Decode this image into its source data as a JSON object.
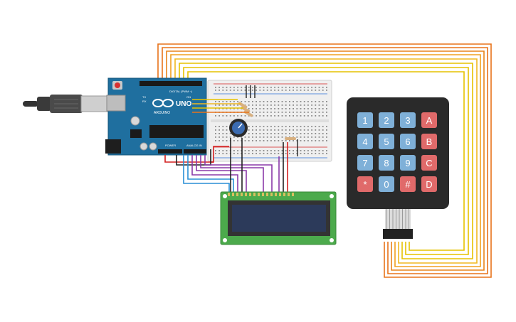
{
  "circuit": {
    "arduino": {
      "logo_text": "ARDUINO",
      "board_text": "UNO",
      "digital_label": "DIGITAL (PWM ~)",
      "power_label": "POWER",
      "analog_label": "ANALOG IN",
      "on_label": "ON",
      "tx_label": "TX",
      "rx_label": "RX"
    },
    "keypad": {
      "keys": [
        [
          "1",
          "2",
          "3",
          "A"
        ],
        [
          "4",
          "5",
          "6",
          "B"
        ],
        [
          "7",
          "8",
          "9",
          "C"
        ],
        [
          "*",
          "0",
          "#",
          "D"
        ]
      ]
    },
    "lcd": {},
    "breadboard": {},
    "colors": {
      "wire_orange": "#e8731a",
      "wire_yellow": "#e6c200",
      "wire_red": "#d42020",
      "wire_purple": "#8a3aa8",
      "wire_blue": "#2a8fd6",
      "wire_black": "#222222",
      "board_blue": "#1f6f9f",
      "lcd_green": "#4caa4c",
      "lcd_screen": "#2c3a5a",
      "keypad_body": "#2a2a2a",
      "key_blue": "#7fb0d8",
      "key_red": "#e06a6a"
    }
  }
}
